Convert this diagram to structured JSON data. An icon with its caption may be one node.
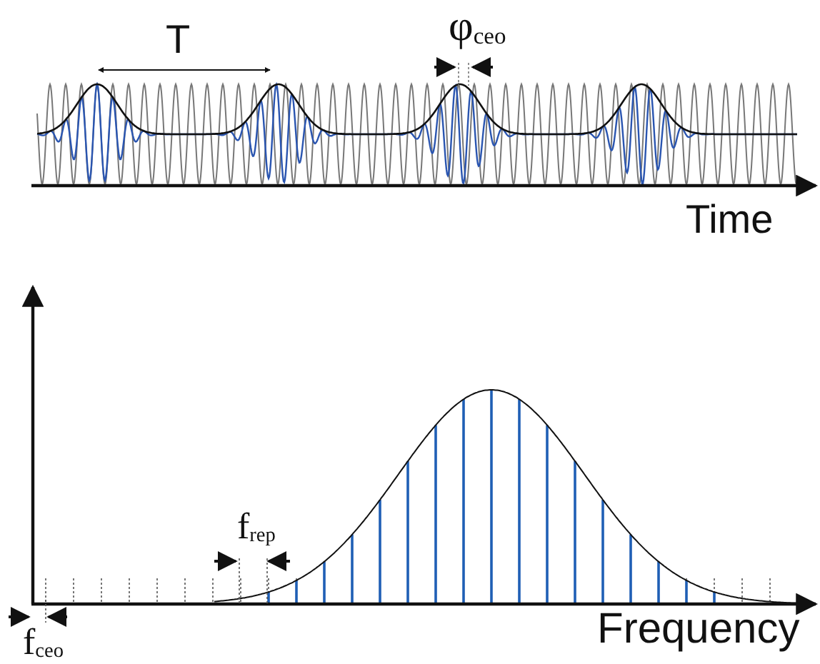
{
  "diagram": {
    "labels": [
      "T",
      "φ$_{ceo}$",
      "Time",
      "f$_{rep}$",
      "f$_{ceo}$",
      "Frequency"
    ]
  }
}
